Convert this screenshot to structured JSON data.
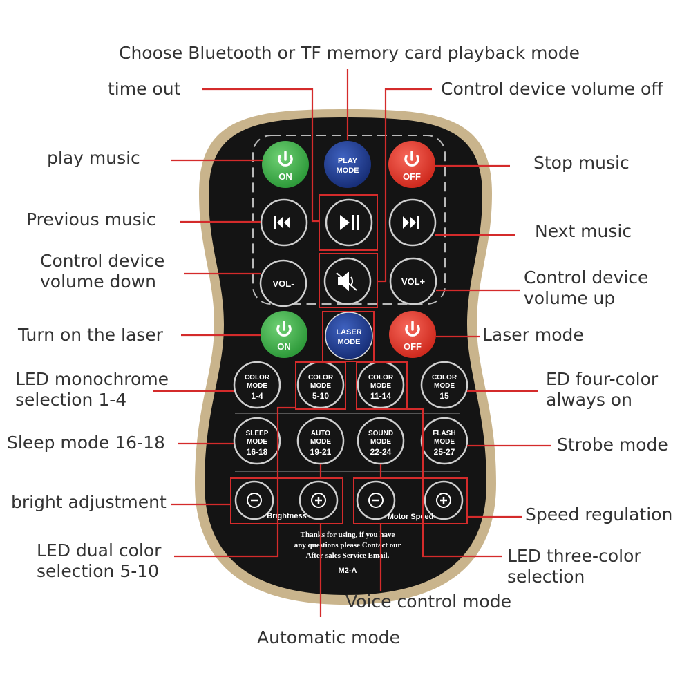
{
  "annotations": {
    "choose_bluetooth": "Choose Bluetooth or TF memory card playback mode",
    "time_out": "time out",
    "volume_off": "Control device volume off",
    "play_music": "play music",
    "stop_music": "Stop music",
    "previous_music": "Previous music",
    "next_music": "Next music",
    "volume_down": [
      "Control device",
      "volume down"
    ],
    "volume_up": [
      "Control device",
      "volume up"
    ],
    "laser_on": "Turn on the laser",
    "laser_mode": "Laser mode",
    "led_mono": [
      "LED monochrome",
      "selection 1-4"
    ],
    "ed_four_color": [
      "ED four-color",
      "always on"
    ],
    "sleep_mode": "Sleep mode 16-18",
    "strobe_mode": "Strobe mode",
    "bright_adjust": "bright adjustment",
    "speed_regulation": "Speed regulation",
    "led_dual": [
      "LED dual color",
      "selection 5-10"
    ],
    "led_three": [
      "LED three-color",
      "selection"
    ],
    "voice_control": "Voice control mode",
    "automatic_mode": "Automatic mode"
  },
  "remote": {
    "on_label": "ON",
    "off_label": "OFF",
    "play_mode": [
      "PLAY",
      "MODE"
    ],
    "laser_mode": [
      "LASER",
      "MODE"
    ],
    "vol_minus": "VOL-",
    "vol_plus": "VOL+",
    "mode_buttons": [
      [
        "COLOR",
        "MODE",
        "1-4"
      ],
      [
        "COLOR",
        "MODE",
        "5-10"
      ],
      [
        "COLOR",
        "MODE",
        "11-14"
      ],
      [
        "COLOR",
        "MODE",
        "15"
      ],
      [
        "SLEEP",
        "MODE",
        "16-18"
      ],
      [
        "AUTO",
        "MODE",
        "19-21"
      ],
      [
        "SOUND",
        "MODE",
        "22-24"
      ],
      [
        "FLASH",
        "MODE",
        "25-27"
      ]
    ],
    "brightness_label": "Brightness",
    "motor_speed_label": "Motor Speed",
    "footer_text": [
      "Thanks for using, if you have",
      "any questions please Contact our",
      "After-sales Service Email."
    ],
    "model": "M2-A"
  },
  "colors": {
    "green": "#3db04a",
    "red": "#e03a2c",
    "blue": "#1f3d8f",
    "annotation_line": "#d42b2b",
    "body_dark": "#141414",
    "body_rim": "#c9b48c"
  }
}
